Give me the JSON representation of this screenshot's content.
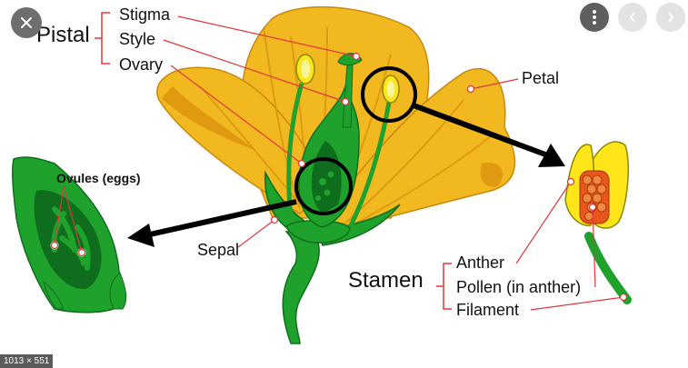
{
  "labels": {
    "pistal": "Pistal",
    "stigma": "Stigma",
    "style": "Style",
    "ovary": "Ovary",
    "petal": "Petal",
    "ovules": "Ovules (eggs)",
    "sepal": "Sepal",
    "stamen": "Stamen",
    "anther": "Anther",
    "pollen": "Pollen (in anther)",
    "filament": "Filament"
  },
  "image_size": "1013 × 551",
  "icons": {
    "close": "close-icon",
    "more": "more-vert-icon",
    "prev": "chevron-left-icon",
    "next": "chevron-right-icon"
  },
  "colors": {
    "petal": "#f2b820",
    "petal_dark": "#e09a12",
    "green": "#1fa22c",
    "dark_green": "#0f6e1d",
    "pointer": "#e0383a",
    "yellow": "#ffe51a",
    "pollen": "#e8571a"
  }
}
